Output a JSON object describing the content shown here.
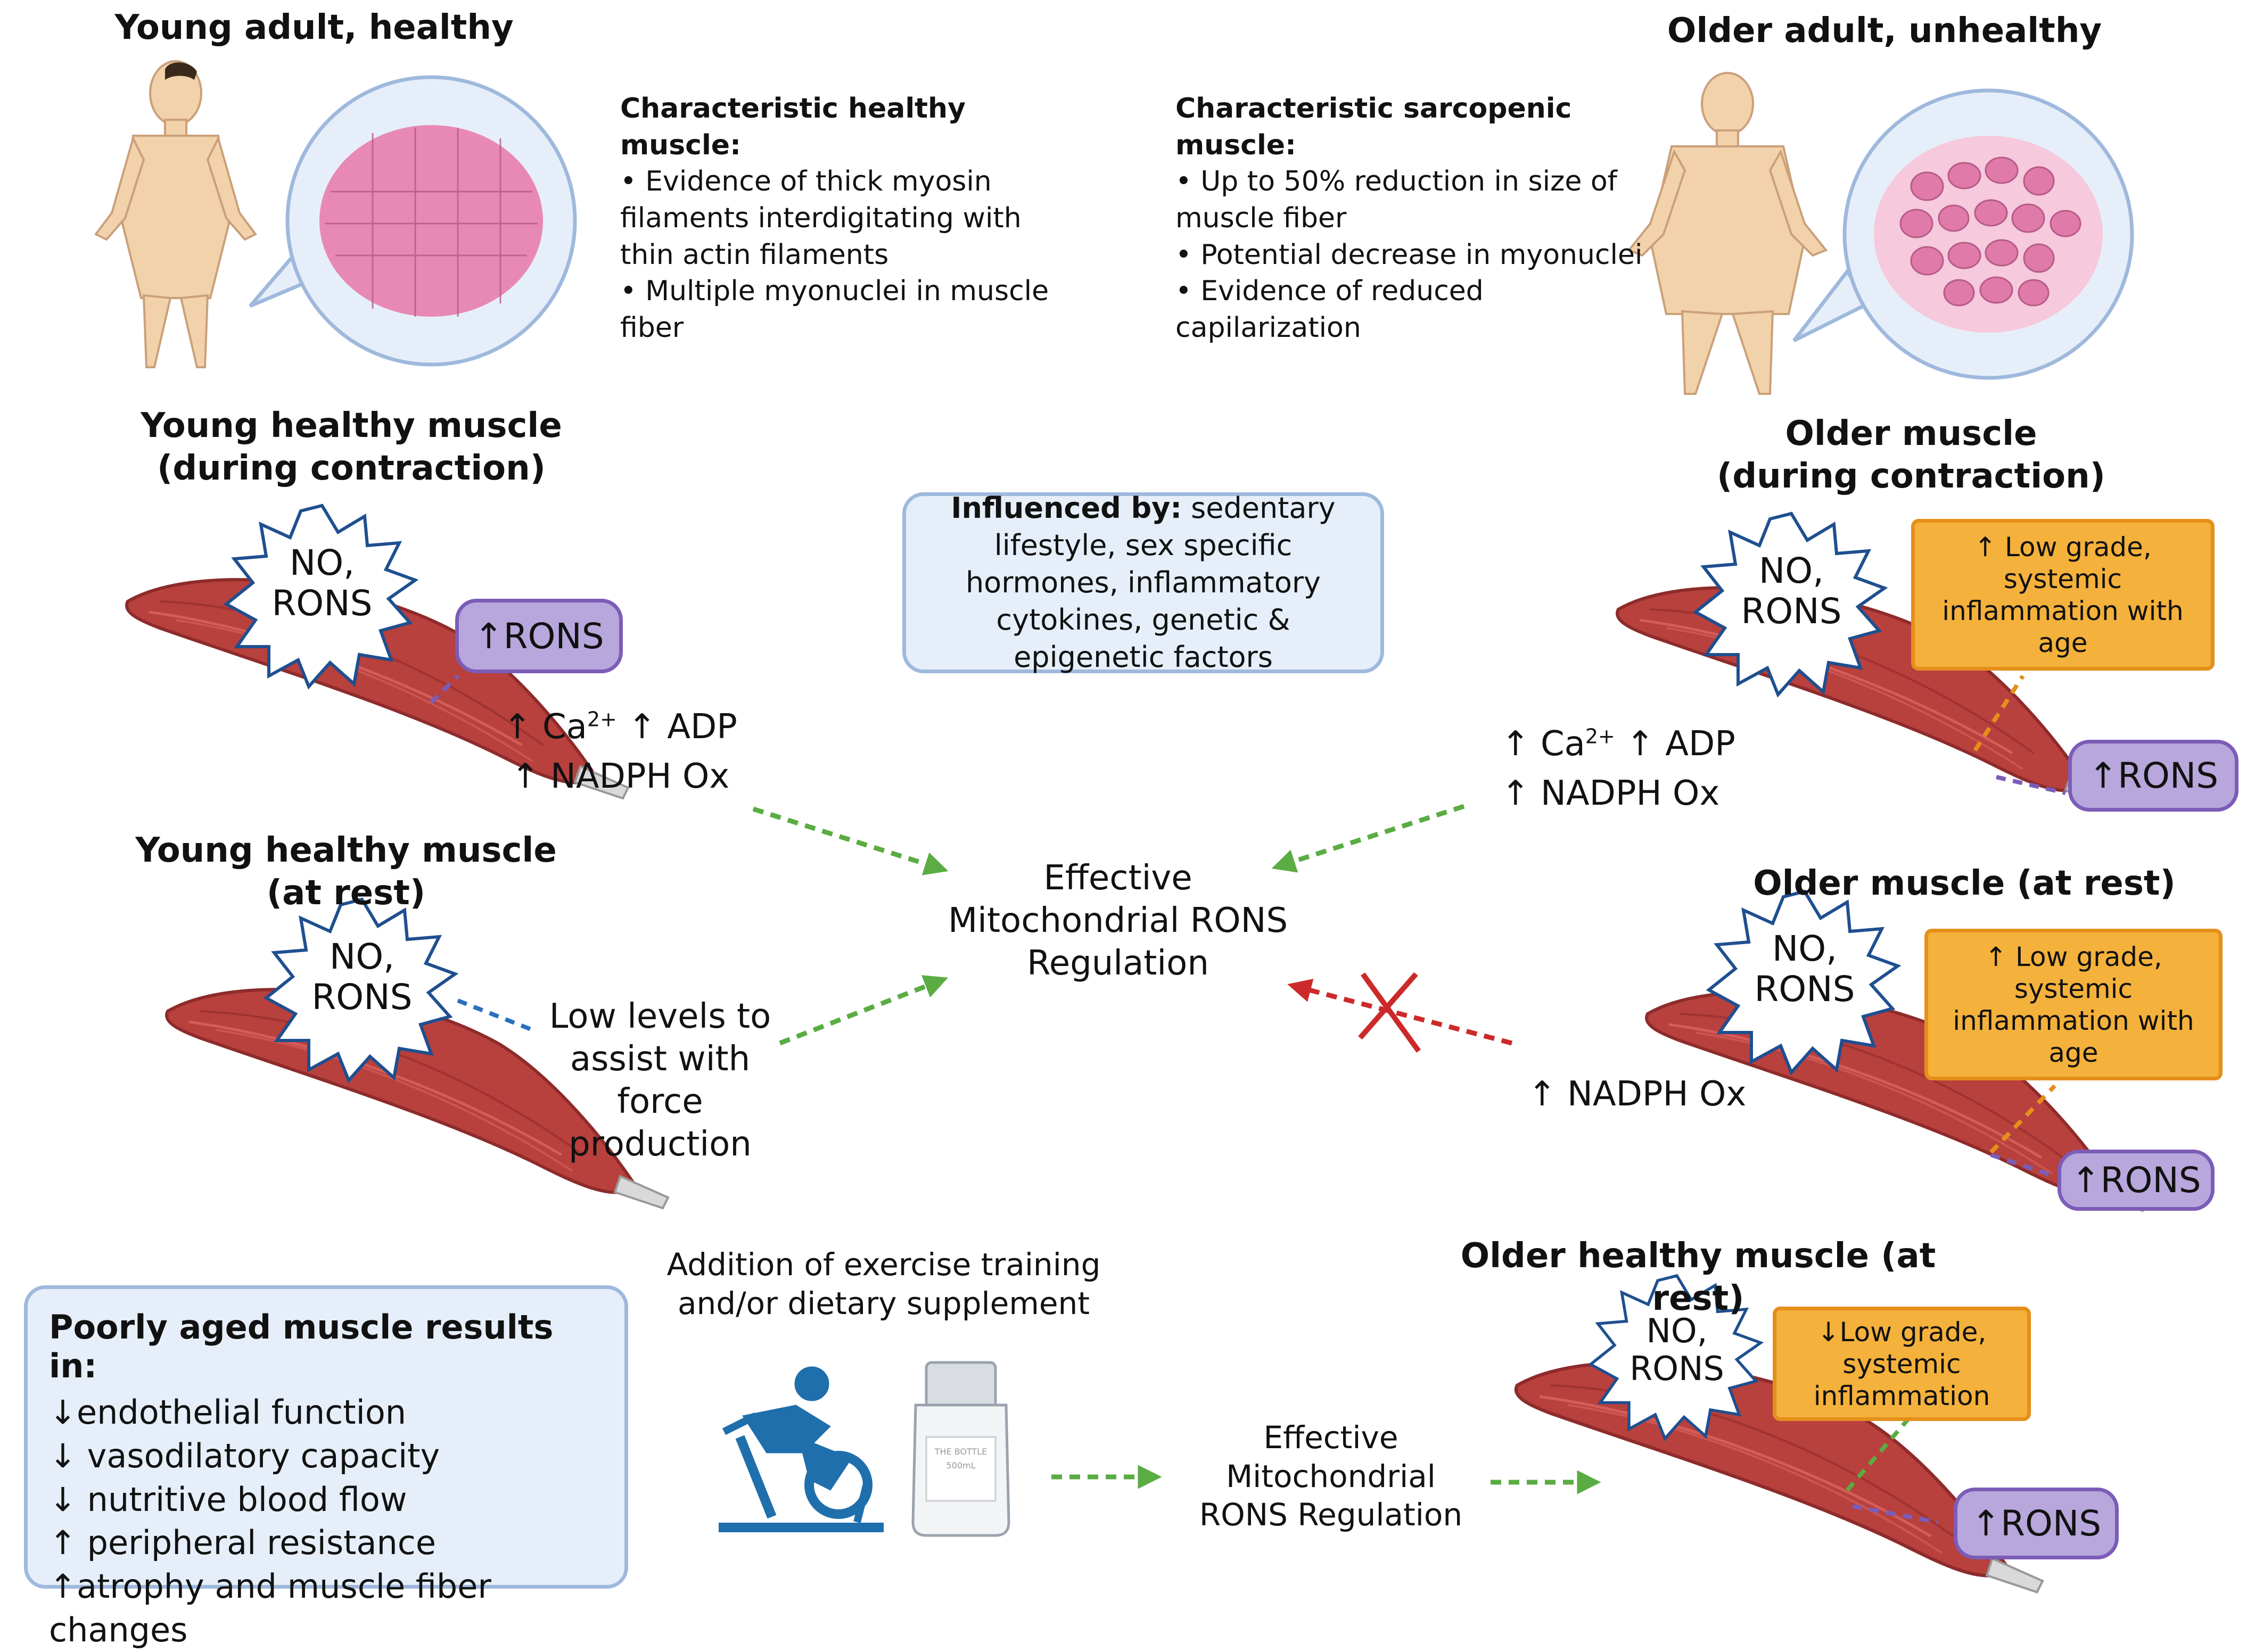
{
  "top_left": {
    "title": "Young adult, healthy",
    "heading": "Characteristic healthy muscle:",
    "bullets": [
      "• Evidence of thick myosin filaments interdigitating with thin actin filaments",
      "• Multiple myonuclei in muscle fiber"
    ]
  },
  "top_right": {
    "title": "Older adult,  unhealthy",
    "heading": "Characteristic sarcopenic muscle:",
    "bullets": [
      "• Up to 50% reduction in size of muscle fiber",
      "• Potential decrease in  myonuclei",
      "• Evidence of reduced capilarization"
    ]
  },
  "young_contraction": {
    "title_line1": "Young healthy muscle",
    "title_line2": "(during contraction)",
    "burst_line1": "NO,",
    "burst_line2": "RONS",
    "rons_box": "↑RONS",
    "chem_line1_a": "↑ Ca",
    "chem_line1_sup": "2+",
    "chem_line1_b": " ↑ ADP",
    "chem_line2": "↑ NADPH Ox"
  },
  "young_rest": {
    "title_line1": "Young healthy muscle",
    "title_line2": "(at rest)",
    "burst_line1": "NO,",
    "burst_line2": "RONS",
    "note_lines": [
      "Low levels to",
      "assist with",
      "force",
      "production"
    ]
  },
  "influenced_box": {
    "lead": "Influenced by:",
    "text": " sedentary lifestyle, sex specific hormones, inflammatory cytokines, genetic & epigenetic factors"
  },
  "center": {
    "lines": [
      "Effective",
      "Mitochondrial RONS",
      "Regulation"
    ]
  },
  "older_contraction": {
    "title_line1": "Older muscle",
    "title_line2": "(during contraction)",
    "burst_line1": "NO,",
    "burst_line2": "RONS",
    "inflammation_box": [
      "↑ Low grade,",
      "systemic",
      "inflammation with",
      "age"
    ],
    "rons_box": "↑RONS",
    "chem_line1_a": "↑ Ca",
    "chem_line1_sup": "2+",
    "chem_line1_b": " ↑ ADP",
    "chem_line2": "↑ NADPH Ox"
  },
  "older_rest": {
    "title": "Older muscle (at rest)",
    "burst_line1": "NO,",
    "burst_line2": "RONS",
    "inflammation_box": [
      "↑ Low grade,",
      "systemic",
      "inflammation with",
      "age"
    ],
    "rons_box": "↑RONS",
    "chem": "↑ NADPH Ox"
  },
  "poorly_aged_box": {
    "heading": "Poorly aged muscle results in:",
    "items": [
      "↓endothelial function",
      "↓ vasodilatory capacity",
      "↓ nutritive blood flow",
      "↑ peripheral resistance",
      "↑atrophy and muscle fiber changes"
    ]
  },
  "intervention": {
    "lines": [
      "Addition of exercise training",
      "and/or dietary supplement"
    ],
    "bottle_label": [
      "THE BOTTLE",
      "500mL"
    ]
  },
  "bottom_center": {
    "lines": [
      "Effective",
      "Mitochondrial",
      "RONS Regulation"
    ]
  },
  "older_healthy_rest": {
    "title": "Older healthy muscle (at rest)",
    "burst_line1": "NO,",
    "burst_line2": "RONS",
    "inflammation_box": [
      "↓Low grade,",
      "systemic",
      "inflammation"
    ],
    "rons_box": "↑RONS"
  },
  "colors": {
    "muscle": "#b8403d",
    "muscle_dark": "#8e2b2b",
    "tendon": "#d9d9d9",
    "green_arrow": "#5aac43",
    "red_arrow": "#cc2a2a",
    "purple_dash": "#7c5cb7",
    "orange_dash": "#e58f1b",
    "blue_dash": "#2c6fbf",
    "skin": "#f2d2aa",
    "tissue_pink": "#e889b3",
    "exercise_blue": "#1f6fad"
  }
}
